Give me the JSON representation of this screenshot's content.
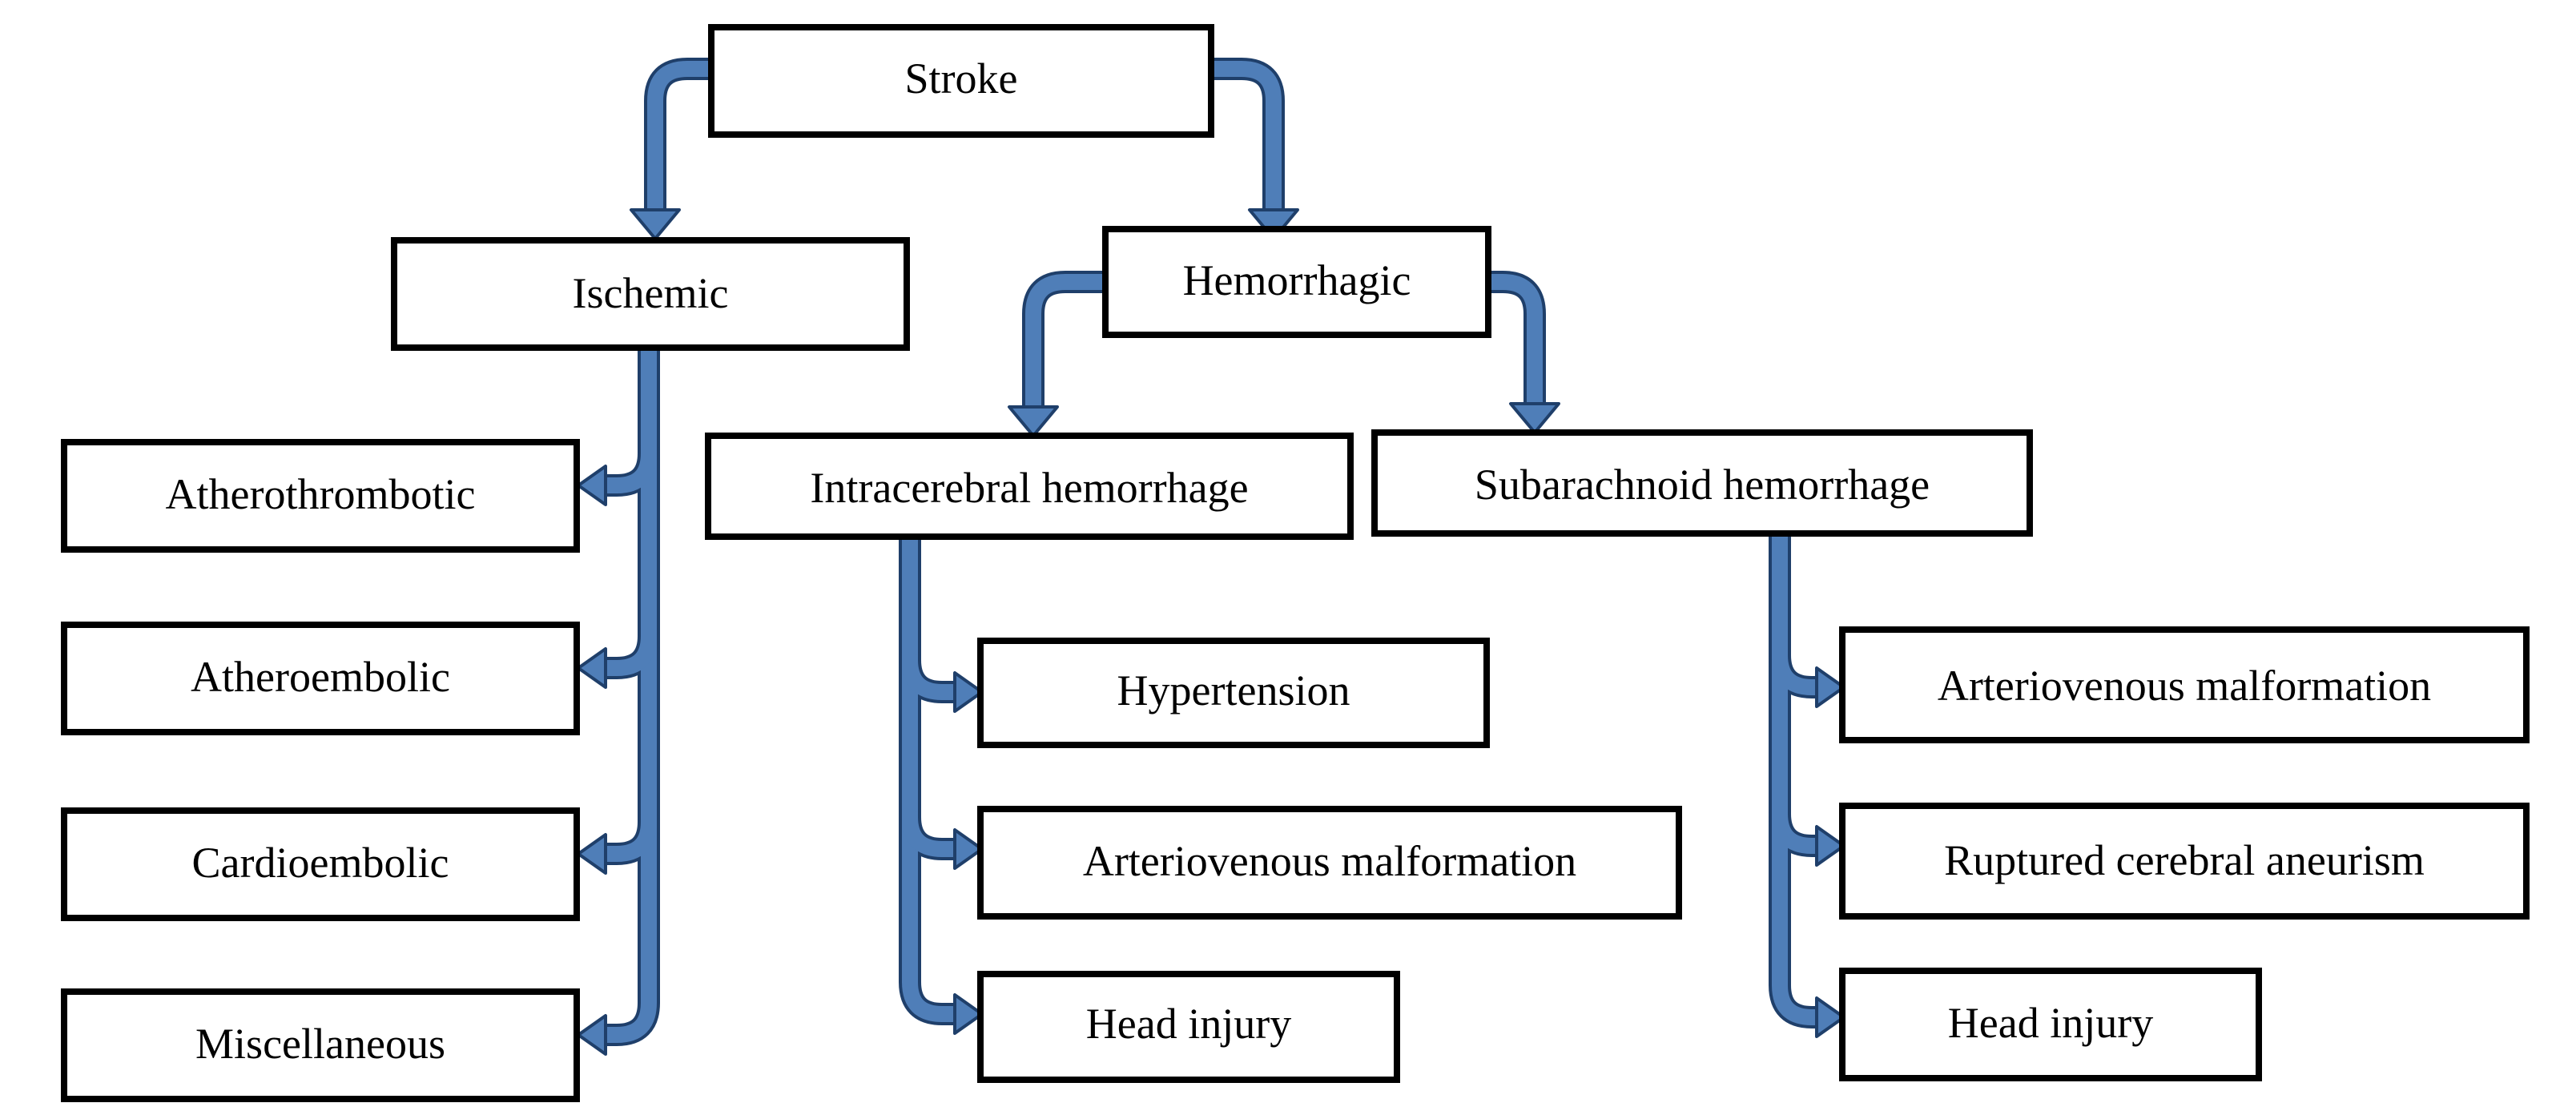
{
  "colors": {
    "connector_fill": "#4f7eb8",
    "connector_edge": "#1f3f6a",
    "box_border": "#000000",
    "box_fill": "#ffffff",
    "text": "#000000"
  },
  "diagram": {
    "type": "tree",
    "nodes": {
      "stroke": "Stroke",
      "ischemic": "Ischemic",
      "hemorrhagic": "Hemorrhagic",
      "atherothrombotic": "Atherothrombotic",
      "atheroembolic": "Atheroembolic",
      "cardioembolic": "Cardioembolic",
      "miscellaneous": "Miscellaneous",
      "intracerebral": "Intracerebral hemorrhage",
      "subarachnoid": "Subarachnoid hemorrhage",
      "ich_hypertension": "Hypertension",
      "ich_avm": "Arteriovenous malformation",
      "ich_head_injury": "Head injury",
      "sah_avm": "Arteriovenous malformation",
      "sah_aneurism": "Ruptured cerebral aneurism",
      "sah_head_injury": "Head injury"
    },
    "edges": [
      [
        "stroke",
        "ischemic"
      ],
      [
        "stroke",
        "hemorrhagic"
      ],
      [
        "ischemic",
        "atherothrombotic"
      ],
      [
        "ischemic",
        "atheroembolic"
      ],
      [
        "ischemic",
        "cardioembolic"
      ],
      [
        "ischemic",
        "miscellaneous"
      ],
      [
        "hemorrhagic",
        "intracerebral"
      ],
      [
        "hemorrhagic",
        "subarachnoid"
      ],
      [
        "intracerebral",
        "ich_hypertension"
      ],
      [
        "intracerebral",
        "ich_avm"
      ],
      [
        "intracerebral",
        "ich_head_injury"
      ],
      [
        "subarachnoid",
        "sah_avm"
      ],
      [
        "subarachnoid",
        "sah_aneurism"
      ],
      [
        "subarachnoid",
        "sah_head_injury"
      ]
    ]
  }
}
